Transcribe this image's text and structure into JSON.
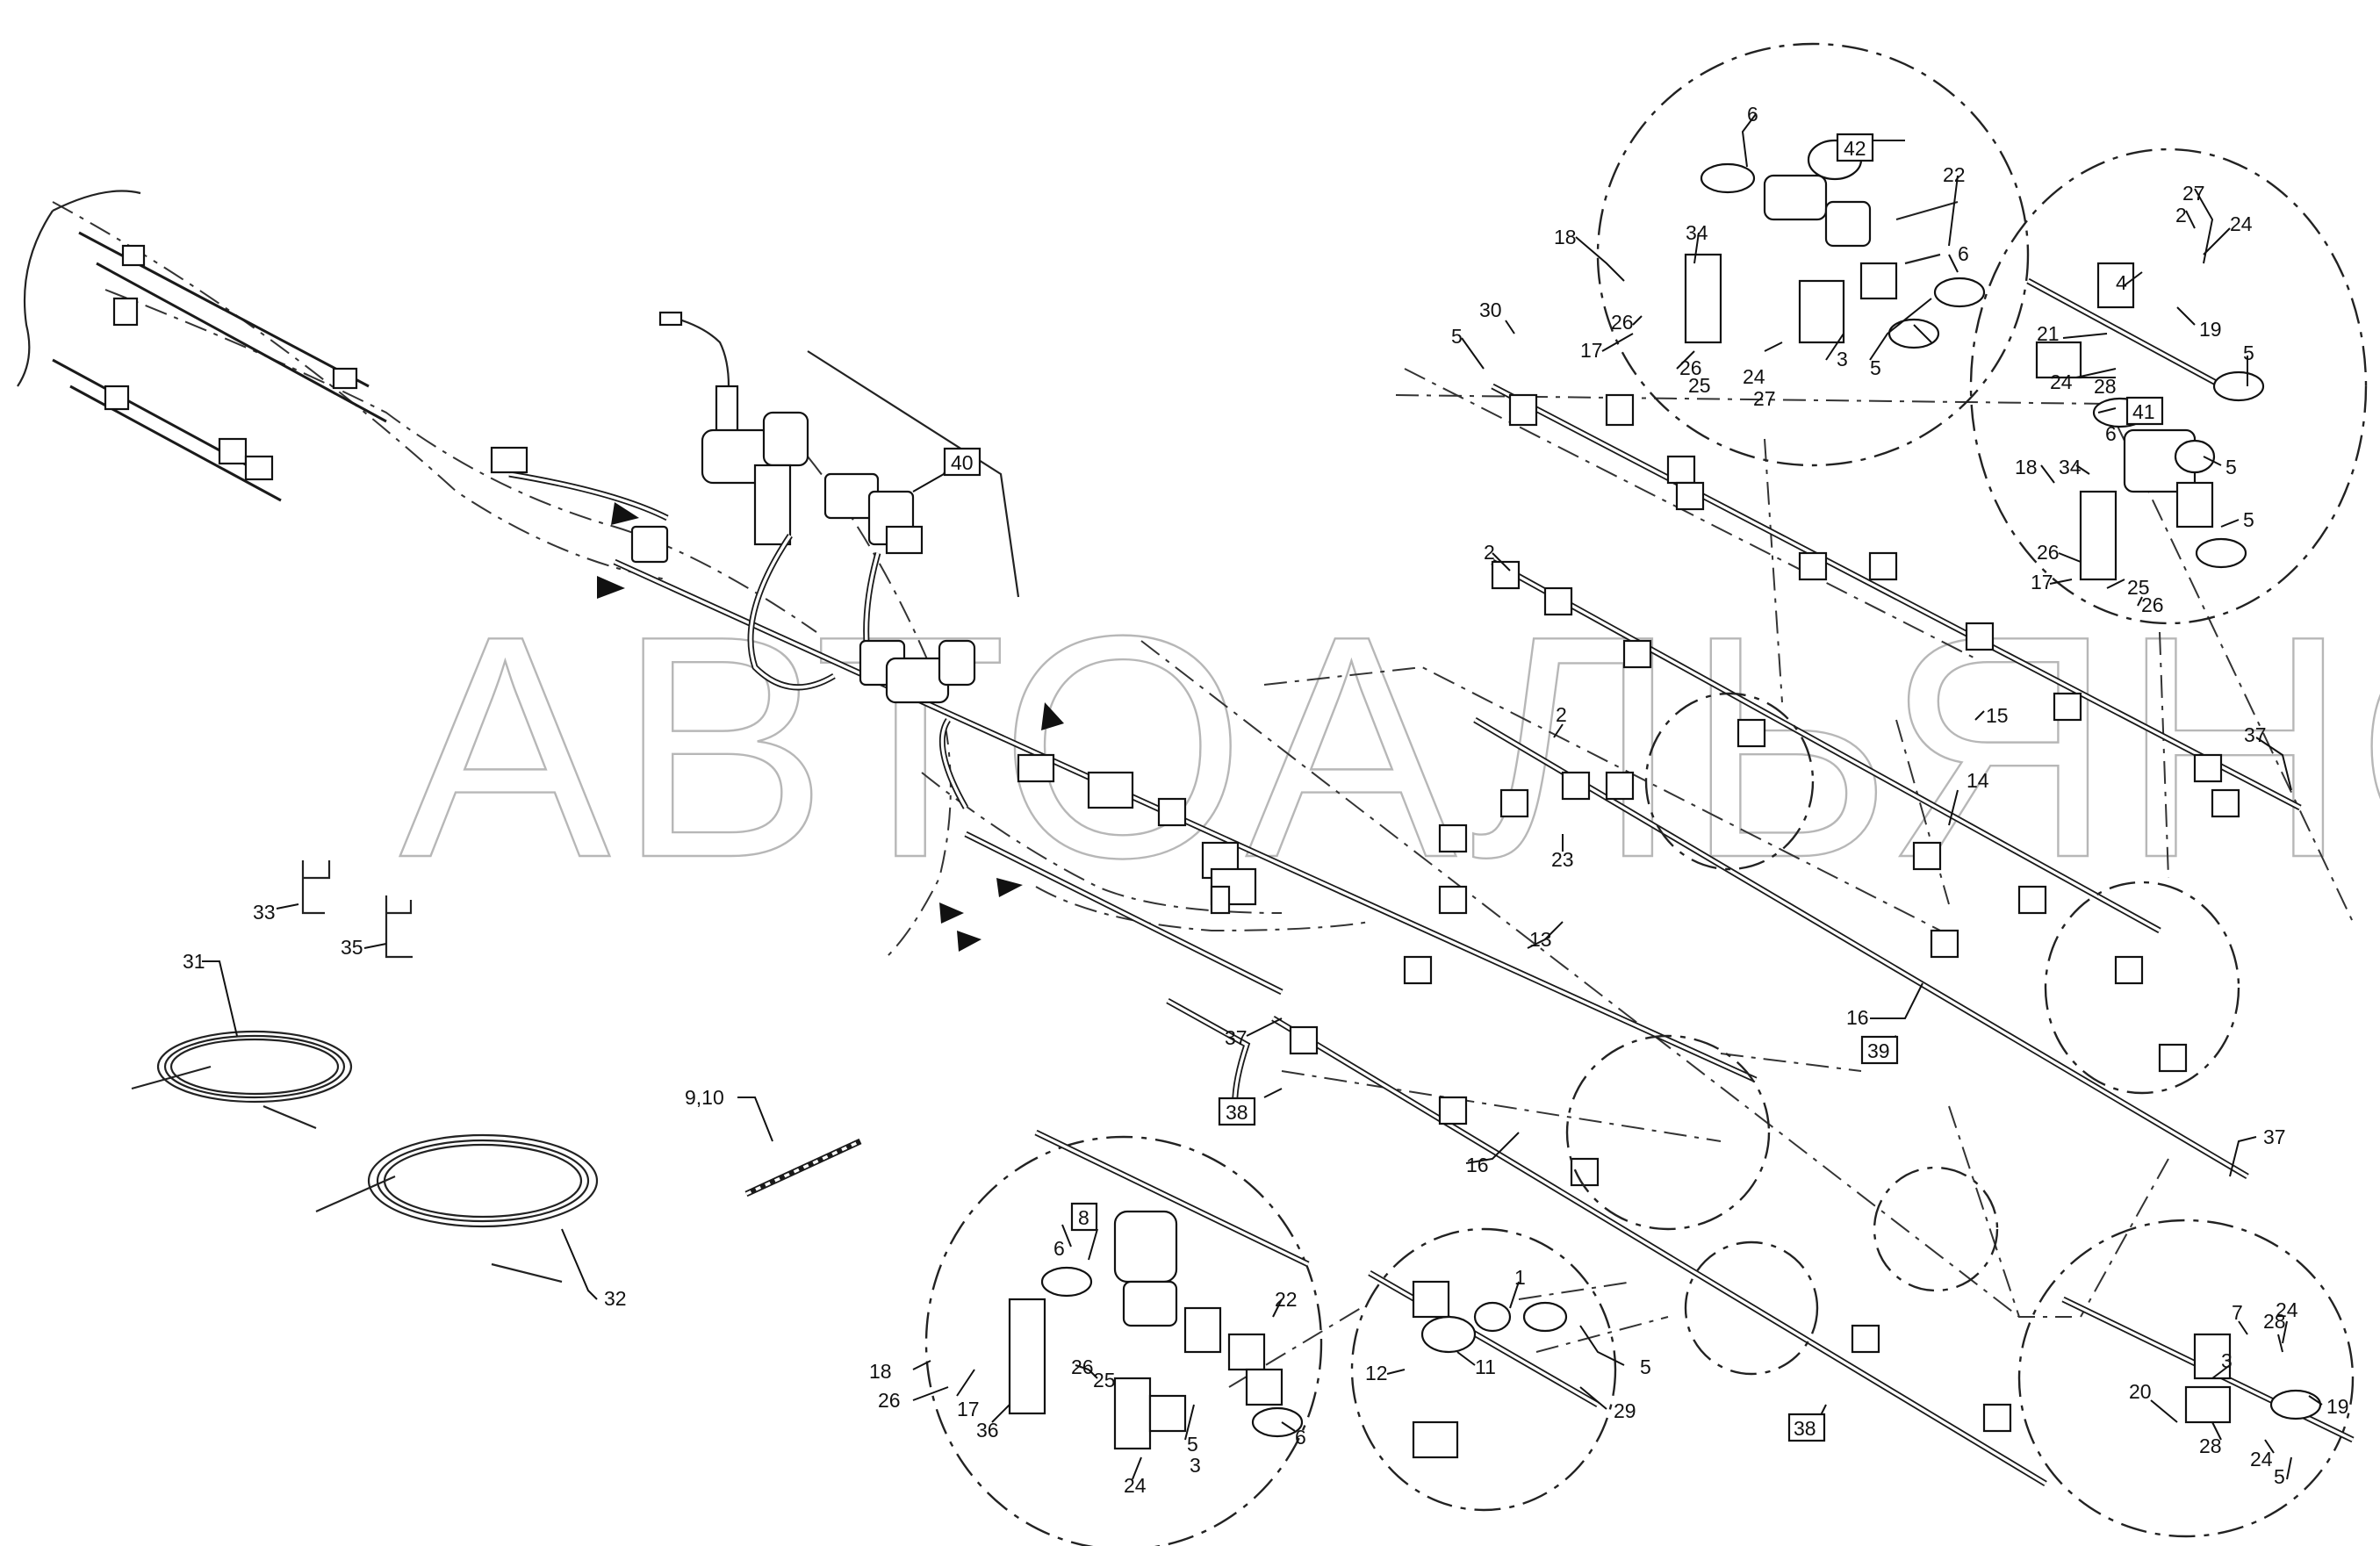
{
  "watermark": "АВТОАЛЬЯНС",
  "callouts": {
    "c6a": "6",
    "c42": "42",
    "c22a": "22",
    "c18a": "18",
    "c34a": "34",
    "c6b": "6",
    "c30": "30",
    "c26a": "26",
    "c17a": "17",
    "c5a": "5",
    "c26b": "26",
    "c25a": "25",
    "c24a": "24",
    "c27a": "27",
    "c3a": "3",
    "c5b": "5",
    "c27b": "27",
    "c2a": "2",
    "c24b": "24",
    "c4a": "4",
    "c19a": "19",
    "c21": "21",
    "c24c": "24",
    "c28a": "28",
    "c5c": "5",
    "c41": "41",
    "c6c": "6",
    "c5d": "5",
    "c18b": "18",
    "c34b": "34",
    "c5e": "5",
    "c26c": "26",
    "c17b": "17",
    "c25b": "25",
    "c26d": "26",
    "c40": "40",
    "c2b": "2",
    "c2c": "2",
    "c15": "15",
    "c14": "14",
    "c37a": "37",
    "c23": "23",
    "c13": "13",
    "c16a": "16",
    "c39": "39",
    "c33": "33",
    "c35": "35",
    "c31": "31",
    "c37b": "37",
    "c38a": "38",
    "c910": "9,10",
    "c16b": "16",
    "c37c": "37",
    "c32": "32",
    "c8": "8",
    "c6d": "6",
    "c22b": "22",
    "c18c": "18",
    "c26e": "26",
    "c17c": "17",
    "c26f": "26",
    "c25c": "25",
    "c36": "36",
    "c5f": "5",
    "c3b": "3",
    "c6e": "6",
    "c24d": "24",
    "c1": "1",
    "c11": "11",
    "c12": "12",
    "c5g": "5",
    "c29": "29",
    "c38b": "38",
    "c7": "7",
    "c28b": "28",
    "c24e": "24",
    "c3c": "3",
    "c20": "20",
    "c19b": "19",
    "c28c": "28",
    "c24f": "24",
    "c5h": "5"
  }
}
